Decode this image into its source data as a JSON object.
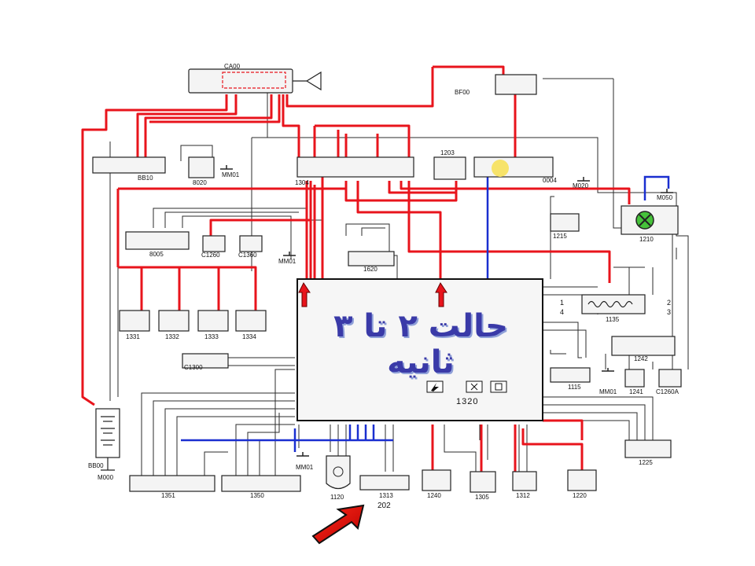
{
  "caption": "حالت ۲ تا ۳ ثانیه",
  "colors": {
    "power": "#e8141c",
    "signal": "#1a2fd0",
    "wire": "#222222",
    "caption": "#3a3aa8",
    "highlight": "#f7e36a",
    "lamp": "#46c23a"
  },
  "components": {
    "ca00": "CA00",
    "bf00": "BF00",
    "bb10": "BB10",
    "c8020": "8020",
    "mm01_top": "MM01",
    "c1304": "1304",
    "c1203": "1203",
    "c0004": "0004",
    "m020": "M020",
    "m050": "M050",
    "c1210": "1210",
    "c1215": "1215",
    "c8005": "8005",
    "c1260": "C1260",
    "c1360": "C1360",
    "c1620": "1620",
    "mm01_mid": "MM01",
    "ecu": "1320",
    "c1331": "1331",
    "c1332": "1332",
    "c1333": "1333",
    "c1334": "1334",
    "c1300": "C1300",
    "c1135": "1135",
    "c1242": "1242",
    "c1115": "1115",
    "mm01_right": "MM01",
    "c1241": "1241",
    "c1260a": "C1260A",
    "bb00": "BB00",
    "m000": "M000",
    "c1351": "1351",
    "c1350": "1350",
    "mm01_low": "MM01",
    "c1120": "1120",
    "c1313": "1313",
    "label202": "202",
    "c1240": "1240",
    "c1305": "1305",
    "c1312": "1312",
    "c1220": "1220",
    "c1225": "1225"
  },
  "pins_1135": {
    "p1": "1",
    "p2": "2",
    "p3": "3",
    "p4": "4"
  },
  "icons": [
    "relay-icon",
    "fuel-pump-icon",
    "lamp-icon",
    "arrow-icon"
  ]
}
